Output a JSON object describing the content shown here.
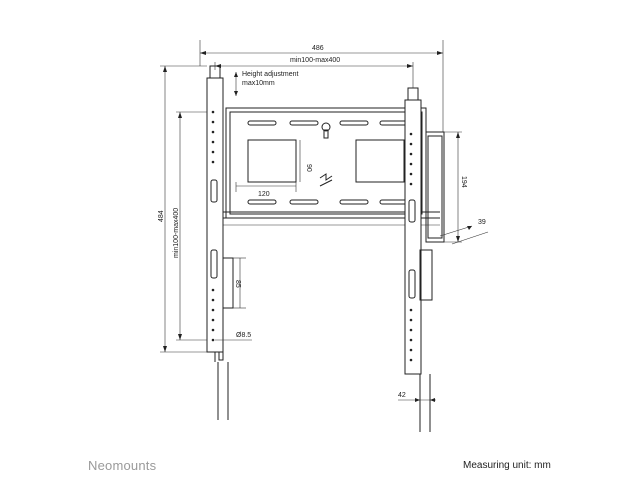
{
  "brand": "Neomounts",
  "measuring_unit": "Measuring unit: mm",
  "dimensions": {
    "overall_width": "486",
    "rail_spacing_width": "min100-max400",
    "height_adjustment_line1": "Height adjustment",
    "height_adjustment_line2": "max10mm",
    "overall_height": "484",
    "rail_spacing_height": "min100-max400",
    "wall_plate_hole_width": "120",
    "wall_plate_hole_height": "90",
    "wall_plate_height": "194",
    "depth": "39",
    "rail_slot_length": "85",
    "hole_diameter": "Ø8.5",
    "rail_offset": "42"
  },
  "colors": {
    "line": "#222222",
    "brand": "#9a9a9a"
  }
}
